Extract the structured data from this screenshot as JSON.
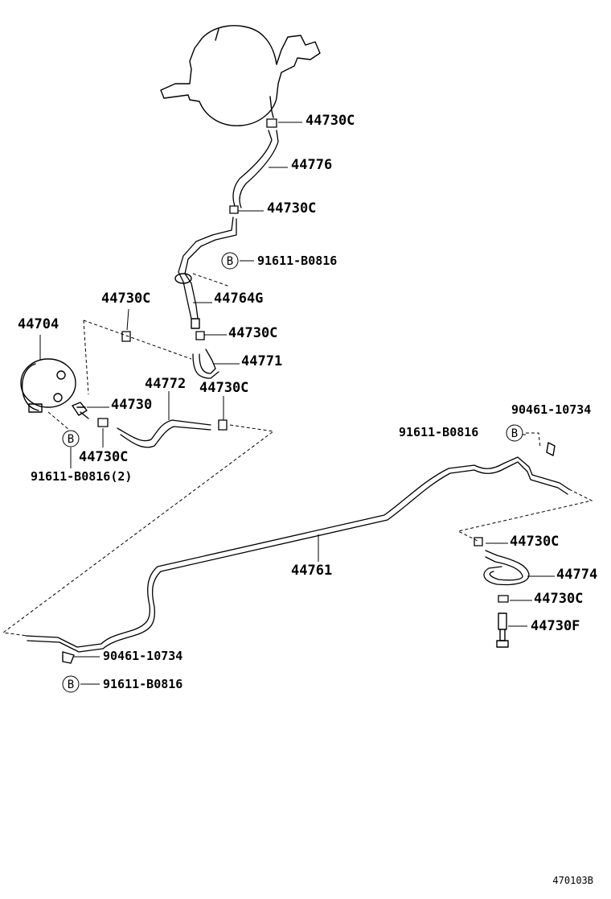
{
  "labels": {
    "c1": "44730C",
    "c2": "44730C",
    "c3": "44730C",
    "c4": "44730C",
    "c5": "44730C",
    "c6": "44730C",
    "c7": "44730C",
    "c8": "44730C",
    "f1": "44730F",
    "hose_top": "44776",
    "pipe_g": "44764G",
    "hose_71": "44771",
    "hose_72": "44772",
    "tank": "44704",
    "valve": "44730",
    "main_pipe": "44761",
    "hose_74": "44774",
    "clip_top": "91611-B0816",
    "clip_left": "91611-B0816(2)",
    "clip_right": "91611-B0816",
    "clip_bottom": "91611-B0816",
    "bolt_right": "90461-10734",
    "bolt_bottom": "90461-10734",
    "circle_b": "B",
    "figure_id": "470103B"
  }
}
